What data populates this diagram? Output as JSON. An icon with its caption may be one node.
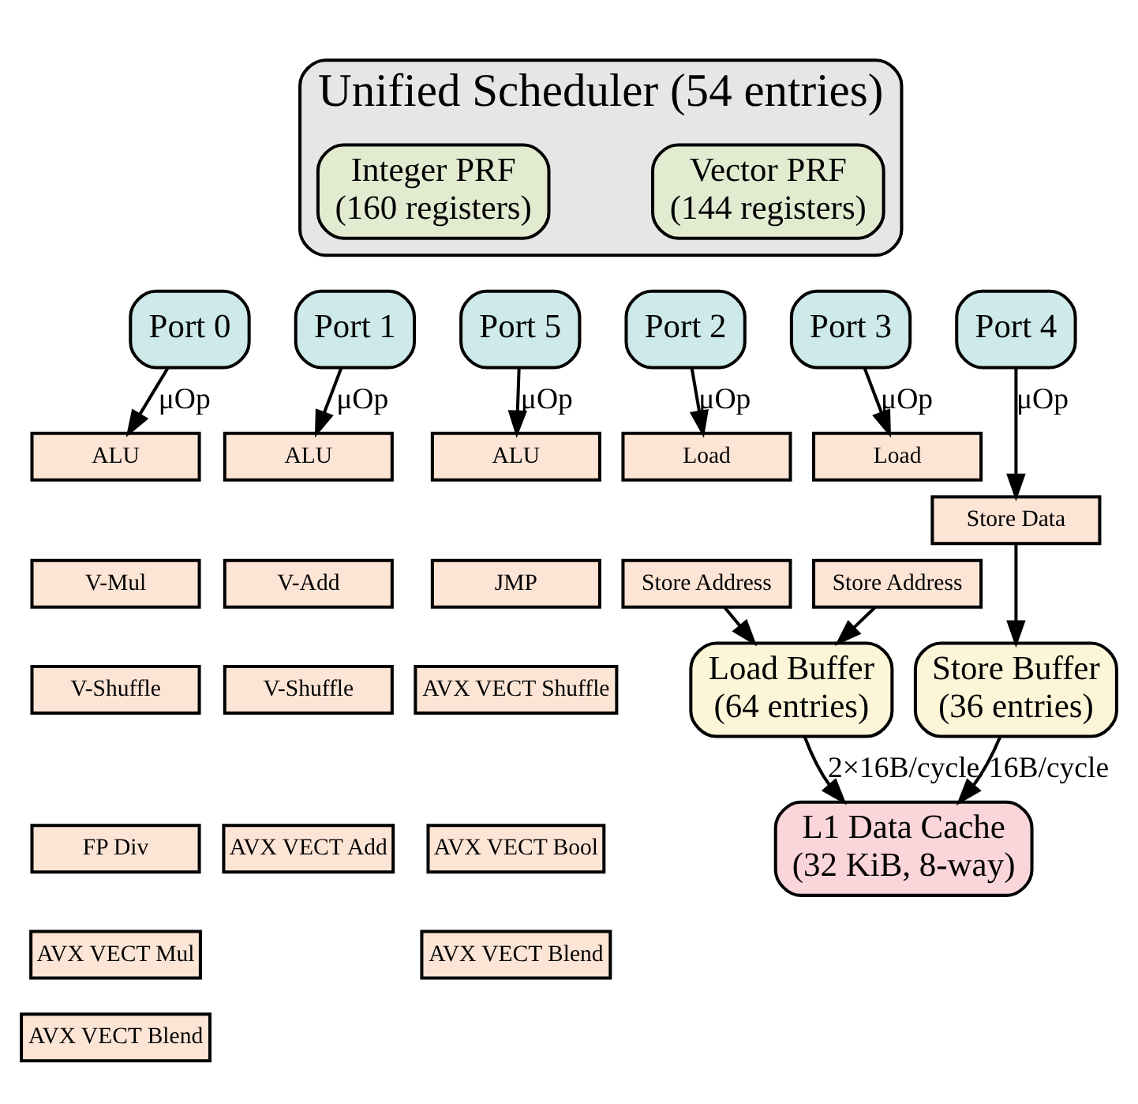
{
  "diagram": {
    "nodes": [
      {
        "text": [
          "Unified Scheduler (54 entries)"
        ]
      },
      {
        "text": [
          "Integer PRF",
          "(160 registers)"
        ],
        "in": 0
      },
      {
        "text": [
          "Vector PRF",
          "(144 registers)"
        ],
        "in": 0
      },
      {
        "text": [
          "Port 0"
        ]
      },
      {
        "text": [
          "Port 1"
        ]
      },
      {
        "text": [
          "Port 5"
        ]
      },
      {
        "text": [
          "Port 2"
        ]
      },
      {
        "text": [
          "Port 3"
        ]
      },
      {
        "text": [
          "Port 4"
        ]
      },
      {
        "text": [
          "ALU"
        ]
      },
      {
        "text": [
          "V-Mul"
        ]
      },
      {
        "text": [
          "V-Shuffle"
        ]
      },
      {
        "text": [
          "FP Div"
        ]
      },
      {
        "text": [
          "AVX VECT Mul"
        ]
      },
      {
        "text": [
          "AVX VECT Blend"
        ]
      },
      {
        "text": [
          "ALU"
        ]
      },
      {
        "text": [
          "V-Add"
        ]
      },
      {
        "text": [
          "V-Shuffle"
        ]
      },
      {
        "text": [
          "AVX VECT Add"
        ]
      },
      {
        "text": [
          "ALU"
        ]
      },
      {
        "text": [
          "JMP"
        ]
      },
      {
        "text": [
          "AVX VECT Shuffle"
        ]
      },
      {
        "text": [
          "AVX VECT Bool"
        ]
      },
      {
        "text": [
          "AVX VECT Blend"
        ]
      },
      {
        "text": [
          "Load"
        ]
      },
      {
        "text": [
          "Store Address"
        ]
      },
      {
        "text": [
          "Load"
        ]
      },
      {
        "text": [
          "Store Address"
        ]
      },
      {
        "text": [
          "Store Data"
        ]
      },
      {
        "text": [
          "Load Buffer",
          "(64 entries)"
        ]
      },
      {
        "text": [
          "Store Buffer",
          "(36 entries)"
        ]
      },
      {
        "text": [
          "L1 Data Cache",
          "(32 KiB, 8-way)"
        ]
      }
    ],
    "edges": [
      {
        "from": 3,
        "to": 9,
        "arrow": "to",
        "label": "μOp"
      },
      {
        "from": 4,
        "to": 15,
        "arrow": "to",
        "label": "μOp"
      },
      {
        "from": 5,
        "to": 19,
        "arrow": "to",
        "label": "μOp"
      },
      {
        "from": 6,
        "to": 24,
        "arrow": "to",
        "label": "μOp"
      },
      {
        "from": 7,
        "to": 26,
        "arrow": "to",
        "label": "μOp"
      },
      {
        "from": 8,
        "to": 28,
        "arrow": "to",
        "label": "μOp"
      },
      {
        "from": 25,
        "to": 29,
        "arrow": "to"
      },
      {
        "from": 27,
        "to": 29,
        "arrow": "to"
      },
      {
        "from": 28,
        "to": 30,
        "arrow": "to"
      },
      {
        "from": 29,
        "to": 31,
        "arrow": "to",
        "label": "2×16B/cycle"
      },
      {
        "from": 30,
        "to": 31,
        "arrow": "to",
        "label": "16B/cycle"
      }
    ]
  }
}
